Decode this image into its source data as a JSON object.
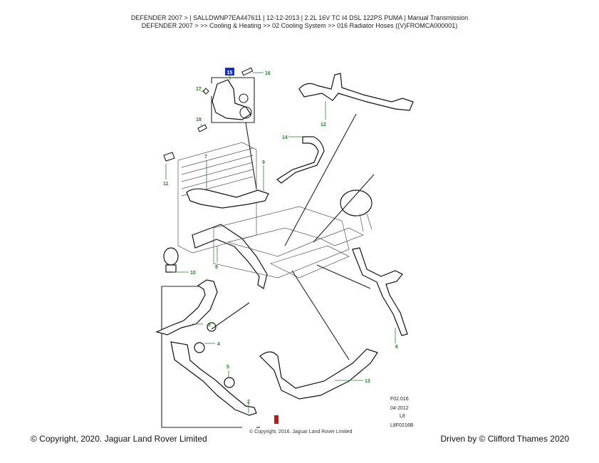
{
  "header": {
    "line1": "DEFENDER 2007 > | SALLDWNP7EA447611 | 12-12-2013 | 2.2L 16V TC I4 DSL 122PS PUMA | Manual Transmission",
    "line2": "DEFENDER 2007 > >> Cooling & Heating >> 02 Cooling System >> 016 Radiator Hoses ((V)FROMCA000001)"
  },
  "callouts": [
    "15",
    "16",
    "17",
    "18",
    "12",
    "14",
    "7",
    "9",
    "11",
    "10",
    "8",
    "3",
    "4",
    "5",
    "2",
    "6",
    "13"
  ],
  "reference_block": {
    "code": "F02.016",
    "date": "04-2012",
    "level": "L8",
    "illustration_id": "L8F0216B"
  },
  "inner_copyright": "© Copyright, 2016. Jaguar Land Rover Limited",
  "footer": {
    "left": "© Copyright, 2020. Jaguar Land Rover Limited",
    "right": "Driven by © Clifford Thames 2020"
  },
  "colors": {
    "callout_green": "#2e7d32",
    "highlight_blue": "#1a2fb8",
    "marker_red": "#b71c1c"
  }
}
